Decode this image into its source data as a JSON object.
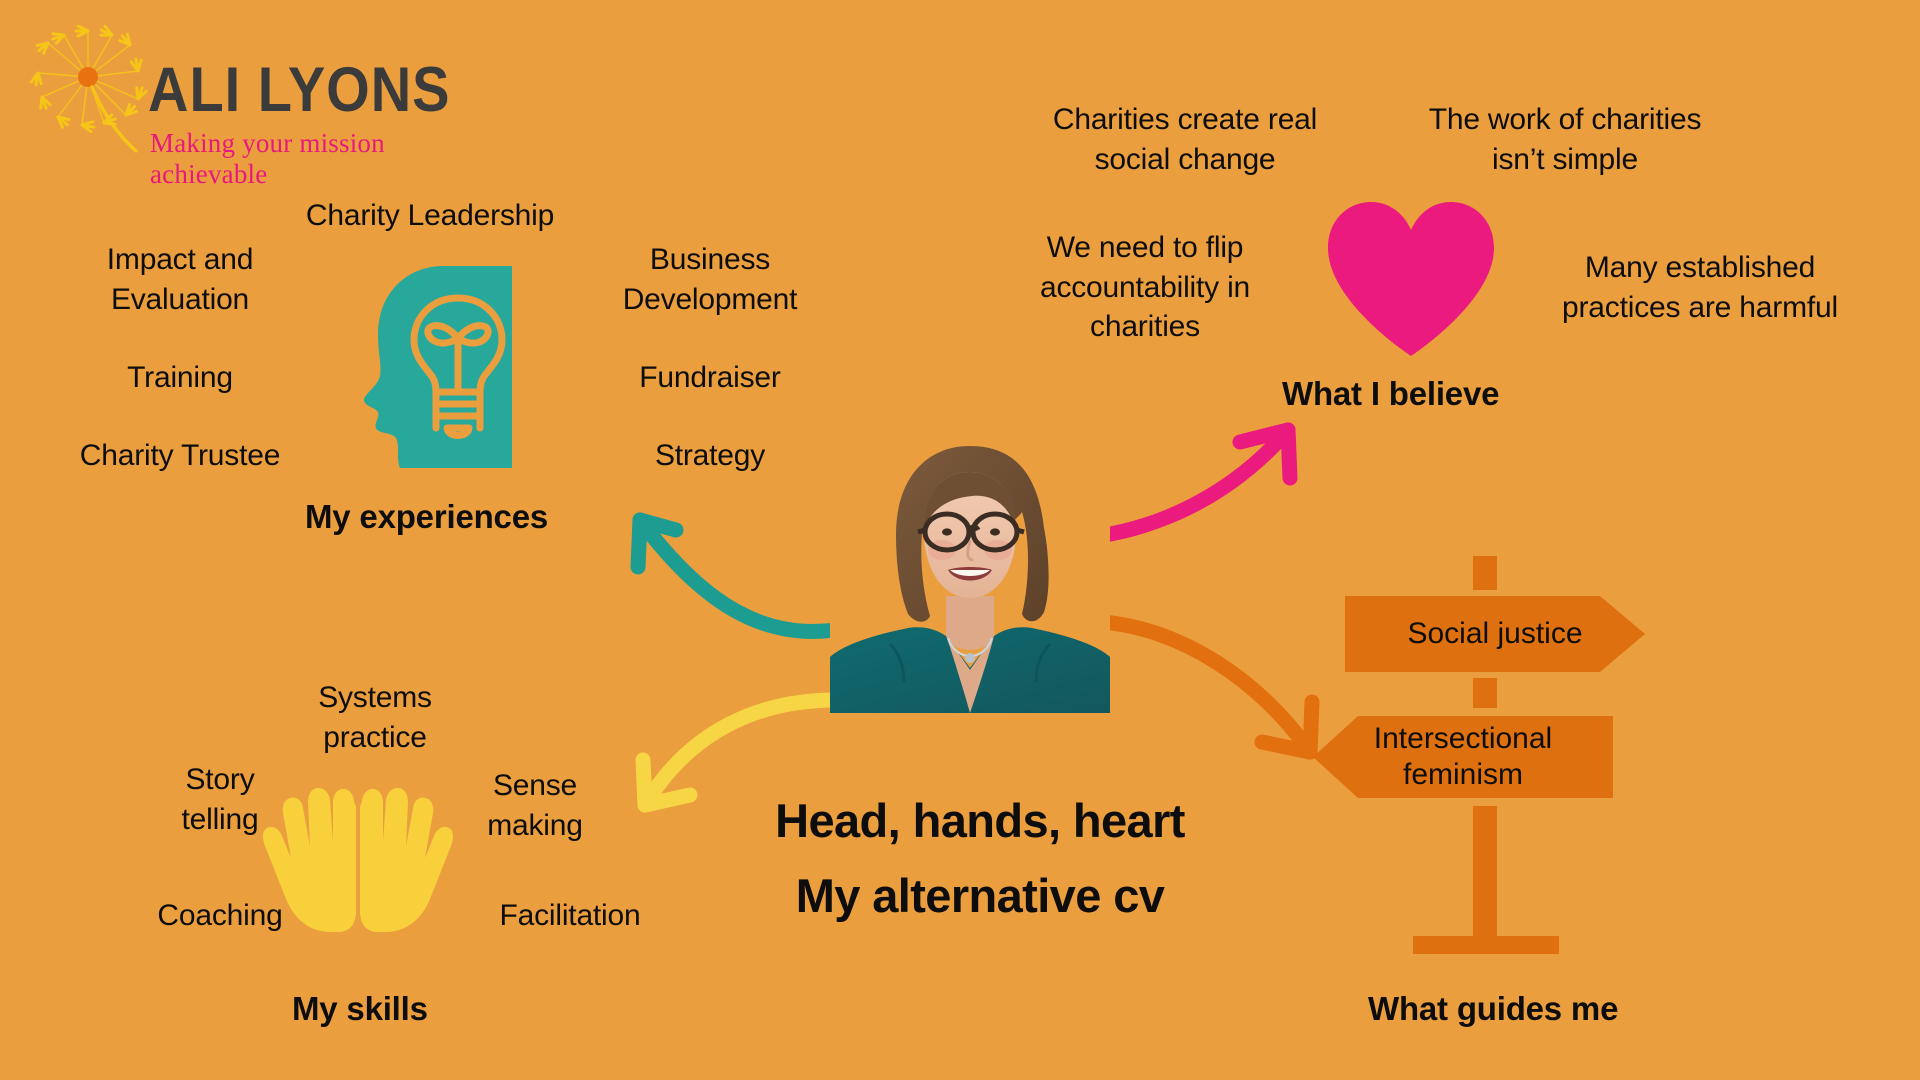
{
  "background_color": "#eb9e3e",
  "logo": {
    "brand": "ALI LYONS",
    "tagline": "Making your mission achievable",
    "dandelion_icon": "dandelion-icon",
    "seed_color": "#f5c518",
    "center_color": "#e8720f",
    "brand_color": "#3b3b3b",
    "tagline_color": "#e8197d"
  },
  "center": {
    "title_line1": "Head, hands, heart",
    "title_line2": "My alternative cv",
    "portrait_alt": "Portrait of Ali Lyons smiling, wearing glasses and a teal top"
  },
  "clusters": {
    "experiences": {
      "heading": "My experiences",
      "icon": "head-lightbulb-icon",
      "icon_color": "#28a89b",
      "items": [
        "Charity Leadership",
        "Impact and\nEvaluation",
        "Training",
        "Charity Trustee",
        "Business\nDevelopment",
        "Fundraiser",
        "Strategy"
      ],
      "arrow_color": "#1d9c91"
    },
    "beliefs": {
      "heading": "What I believe",
      "icon": "heart-icon",
      "icon_color": "#ea1a7f",
      "items": [
        "Charities create real\nsocial change",
        "The work of charities\nisn’t simple",
        "We need to flip\naccountability in\ncharities",
        "Many established\npractices are harmful"
      ],
      "arrow_color": "#ea1a7f"
    },
    "skills": {
      "heading": "My skills",
      "icon": "open-hands-icon",
      "icon_color": "#f8d03c",
      "items": [
        "Systems\npractice",
        "Story\ntelling",
        "Sense\nmaking",
        "Coaching",
        "Facilitation"
      ],
      "arrow_color": "#f7d645"
    },
    "guides": {
      "heading": "What guides me",
      "icon": "signpost-icon",
      "icon_color": "#df700f",
      "signs": [
        {
          "label": "Social justice",
          "direction": "right"
        },
        {
          "label": "Intersectional\nfeminism",
          "direction": "left"
        }
      ],
      "arrow_color": "#e2700e"
    }
  }
}
